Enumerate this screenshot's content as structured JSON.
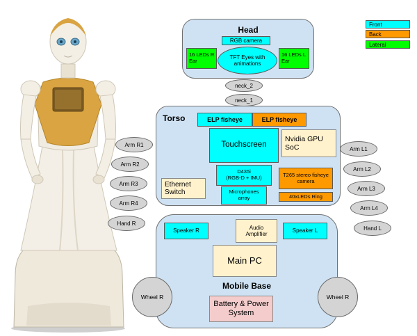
{
  "colors": {
    "front": "#00ffff",
    "back": "#ff9900",
    "lateral": "#00ff00",
    "section": "#cfe2f3",
    "cream": "#fff2cc",
    "pink": "#f4cccc",
    "pill": "#d4d4d4"
  },
  "legend": [
    "Front",
    "Back",
    "Lateral"
  ],
  "head": {
    "title": "Head",
    "rgb_camera": "RGB camera",
    "tft_eyes": "TFT Eyes with animations",
    "led_r": "16 LEDs R Ear",
    "led_l": "16 LEDs L Ear"
  },
  "neck": [
    "neck_2",
    "neck_1"
  ],
  "torso": {
    "title": "Torso",
    "elp_front": "ELP fisheye",
    "elp_back": "ELP fisheye",
    "touchscreen": "Touchscreen",
    "gpu": "Nvidia GPU SoC",
    "ethernet": "Ethernet Switch",
    "d435i_title": "D435i",
    "d435i_sub": "(RGB-D + IMU)",
    "microphones": "Microphones array",
    "t265": "T265 stereo fisheye camera",
    "led_ring": "40xLEDs Ring"
  },
  "arms_right": [
    "Arm R1",
    "Arm R2",
    "Arm R3",
    "Arm R4",
    "Hand R"
  ],
  "arms_left": [
    "Arm L1",
    "Arm L2",
    "Arm L3",
    "Arm L4",
    "Hand L"
  ],
  "base": {
    "title": "Mobile Base",
    "speaker_r": "Speaker R",
    "speaker_l": "Speaker L",
    "audio_amp": "Audio Amplifier",
    "main_pc": "Main PC",
    "battery": "Battery & Power System",
    "wheel_r_left": "Wheel R",
    "wheel_r_right": "Wheel R"
  }
}
